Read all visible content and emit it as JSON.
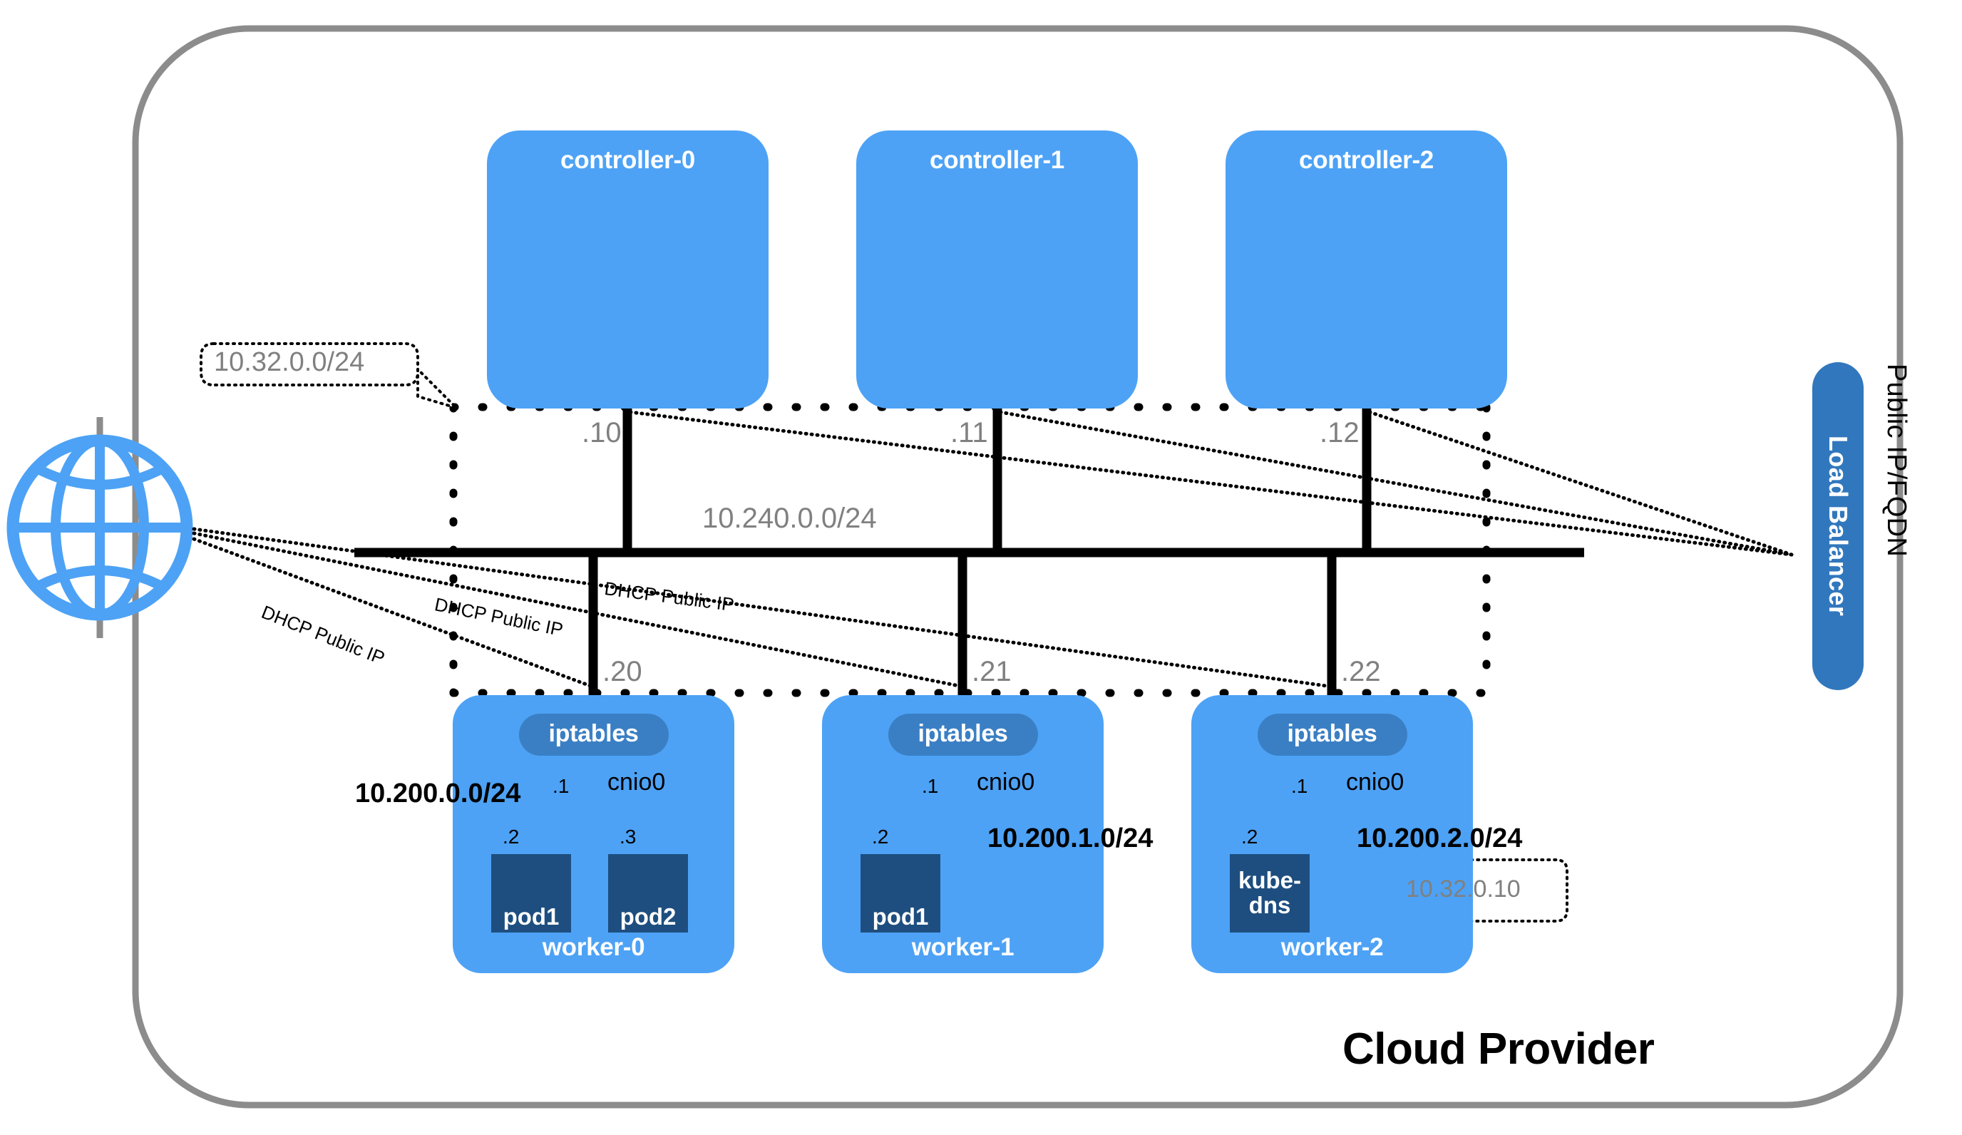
{
  "diagram": {
    "title": "Cloud Provider",
    "outer_boundary_label": "Cloud Provider"
  },
  "internet": {
    "icon": "globe-icon"
  },
  "controllers": [
    {
      "name": "controller-0",
      "ip_octet": ".10"
    },
    {
      "name": "controller-1",
      "ip_octet": ".11"
    },
    {
      "name": "controller-2",
      "ip_octet": ".12"
    }
  ],
  "workers": [
    {
      "name": "worker-0",
      "ip_octet": ".20",
      "firewall": "iptables",
      "bridge": "cnio0",
      "bridge_octet": ".1",
      "pod_subnet": "10.200.0.0/24",
      "pods": [
        {
          "name": "pod1",
          "octet": ".2"
        },
        {
          "name": "pod2",
          "octet": ".3"
        }
      ]
    },
    {
      "name": "worker-1",
      "ip_octet": ".21",
      "firewall": "iptables",
      "bridge": "cnio0",
      "bridge_octet": ".1",
      "pod_subnet": "10.200.1.0/24",
      "pods": [
        {
          "name": "pod1",
          "octet": ".2"
        }
      ]
    },
    {
      "name": "worker-2",
      "ip_octet": ".22",
      "firewall": "iptables",
      "bridge": "cnio0",
      "bridge_octet": ".1",
      "pod_subnet": "10.200.2.0/24",
      "pods": [
        {
          "name": "kube-dns",
          "name_line1": "kube-",
          "name_line2": "dns",
          "octet": ".2"
        }
      ]
    }
  ],
  "networks": {
    "service_cidr_callout": "10.32.0.0/24",
    "node_network": "10.240.0.0/24",
    "kube_dns_service_ip": "10.32.0.10"
  },
  "load_balancer": {
    "label": "Load Balancer",
    "public_endpoint": "Public IP/FQDN"
  },
  "dhcp_links": [
    {
      "label": "DHCP Public IP"
    },
    {
      "label": "DHCP Public IP"
    },
    {
      "label": "DHCP Public IP"
    }
  ],
  "colors": {
    "node_blue": "#4da2f5",
    "iptables_blue": "#3a7fc4",
    "pod_navy": "#1e4e7f",
    "lb_blue": "#3177bd",
    "boundary_grey": "#8c8c8c",
    "label_grey": "#808080",
    "wire_black": "#000000"
  }
}
